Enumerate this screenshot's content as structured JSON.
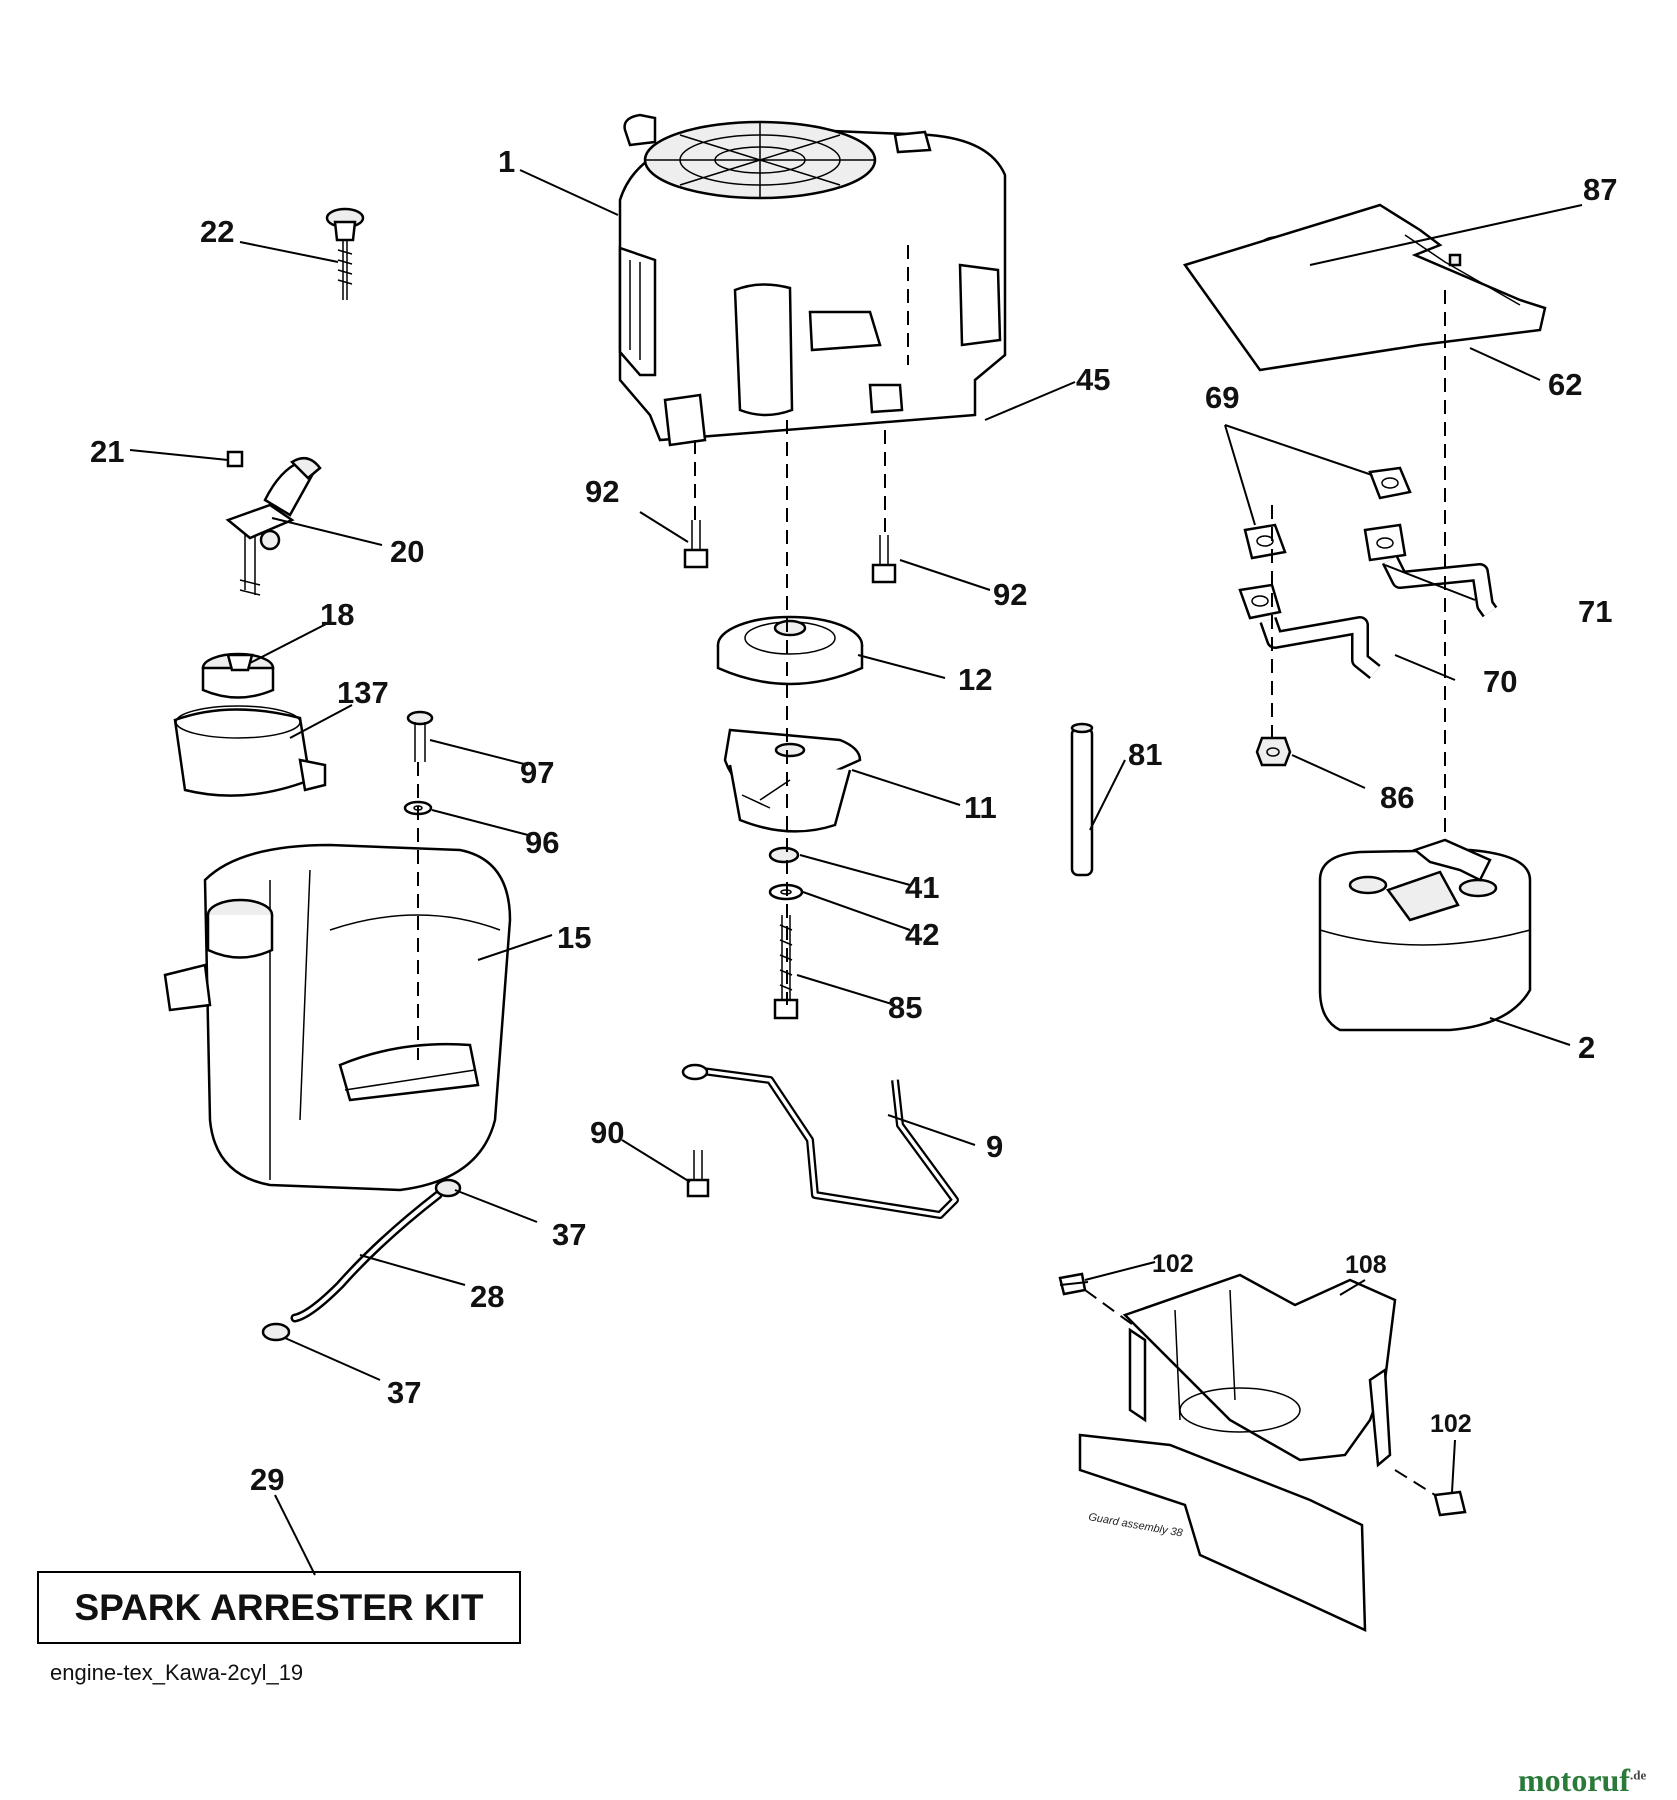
{
  "parts": [
    {
      "id": "p1",
      "number": "1"
    },
    {
      "id": "p2",
      "number": "2"
    },
    {
      "id": "p9",
      "number": "9"
    },
    {
      "id": "p11",
      "number": "11"
    },
    {
      "id": "p12",
      "number": "12"
    },
    {
      "id": "p15",
      "number": "15"
    },
    {
      "id": "p18",
      "number": "18"
    },
    {
      "id": "p20",
      "number": "20"
    },
    {
      "id": "p21",
      "number": "21"
    },
    {
      "id": "p22",
      "number": "22"
    },
    {
      "id": "p28",
      "number": "28"
    },
    {
      "id": "p29",
      "number": "29"
    },
    {
      "id": "p37a",
      "number": "37"
    },
    {
      "id": "p37b",
      "number": "37"
    },
    {
      "id": "p41",
      "number": "41"
    },
    {
      "id": "p42",
      "number": "42"
    },
    {
      "id": "p45",
      "number": "45"
    },
    {
      "id": "p62",
      "number": "62"
    },
    {
      "id": "p69",
      "number": "69"
    },
    {
      "id": "p70",
      "number": "70"
    },
    {
      "id": "p71",
      "number": "71"
    },
    {
      "id": "p81",
      "number": "81"
    },
    {
      "id": "p85",
      "number": "85"
    },
    {
      "id": "p86",
      "number": "86"
    },
    {
      "id": "p87",
      "number": "87"
    },
    {
      "id": "p90",
      "number": "90"
    },
    {
      "id": "p92a",
      "number": "92"
    },
    {
      "id": "p92b",
      "number": "92"
    },
    {
      "id": "p96",
      "number": "96"
    },
    {
      "id": "p97",
      "number": "97"
    },
    {
      "id": "p102a",
      "number": "102"
    },
    {
      "id": "p102b",
      "number": "102"
    },
    {
      "id": "p108",
      "number": "108"
    },
    {
      "id": "p137",
      "number": "137"
    }
  ],
  "kit_label": "SPARK ARRESTER KIT",
  "drawing_ref": "engine-tex_Kawa-2cyl_19",
  "guard_stamp": "Guard assembly 38",
  "brand": {
    "name": "motoruf",
    "tld": ".de"
  }
}
